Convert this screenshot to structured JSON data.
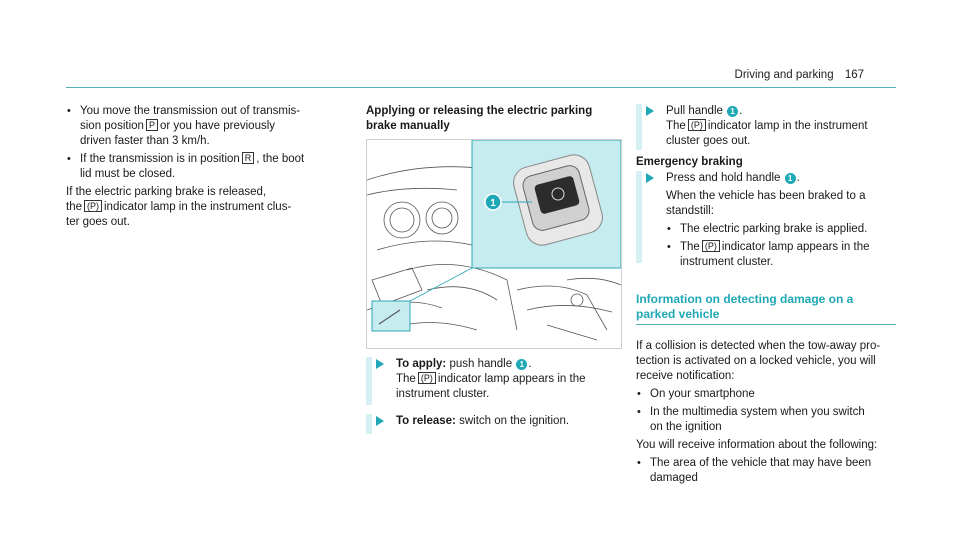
{
  "header": {
    "section": "Driving and parking",
    "page": "167"
  },
  "col1": {
    "bullets": [
      {
        "lines": [
          "You move the transmission out of transmis-",
          "sion position [P] or you have previously",
          "driven faster than 3 km/h."
        ]
      },
      {
        "lines": [
          "If the transmission is in position [R], the boot",
          "lid must be closed."
        ]
      }
    ],
    "bullet1_part1": "You move the transmission out of transmis-",
    "bullet1_part2a": "sion position",
    "bullet1_sym": "P",
    "bullet1_part2b": "or you have previously",
    "bullet1_part3": "driven faster than 3 km/h.",
    "bullet2_part1a": "If the transmission is in position",
    "bullet2_sym": "R",
    "bullet2_part1b": ", the boot",
    "bullet2_part2": "lid must be closed.",
    "para_line1": "If the electric parking brake is released,",
    "para_line2a": "the",
    "para_sym": "(P)",
    "para_line2b": "indicator lamp in the instrument clus-",
    "para_line3": "ter goes out."
  },
  "col2": {
    "title_line1": "Applying or releasing the electric parking",
    "title_line2": "brake manually",
    "callout": "1",
    "step1_bold": "To apply:",
    "step1_text": "push handle",
    "step1_num": "1",
    "step1_end": ".",
    "step1_line2a": "The",
    "step1_sym": "(P)",
    "step1_line2b": "indicator lamp appears in the",
    "step1_line3": "instrument cluster.",
    "step2_bold": "To release:",
    "step2_text": "switch on the ignition."
  },
  "col3": {
    "step_a_text": "Pull handle",
    "step_a_num": "1",
    "step_a_end": ".",
    "step_a_line2a": "The",
    "step_a_sym": "(P)",
    "step_a_line2b": "indicator lamp in the instrument",
    "step_a_line3": "cluster goes out.",
    "emergency_title": "Emergency braking",
    "step_b_text": "Press and hold handle",
    "step_b_num": "1",
    "step_b_end": ".",
    "step_b_line2": "When the vehicle has been braked to a",
    "step_b_line3": "standstill:",
    "sub1": "The electric parking brake is applied.",
    "sub2a": "The",
    "sub2_sym": "(P)",
    "sub2b": "indicator lamp appears in the",
    "sub2_line2": "instrument cluster.",
    "section_title_line1": "Information on detecting damage on a",
    "section_title_line2": "parked vehicle",
    "para1_line1": "If a collision is detected when the tow-away pro-",
    "para1_line2": "tection is activated on a locked vehicle, you will",
    "para1_line3": "receive notification:",
    "b1": "On your smartphone",
    "b2_line1": "In the multimedia system when you switch",
    "b2_line2": "on the ignition",
    "para2": "You will receive information about the following:",
    "b3_line1": "The area of the vehicle that may have been",
    "b3_line2": "damaged"
  }
}
